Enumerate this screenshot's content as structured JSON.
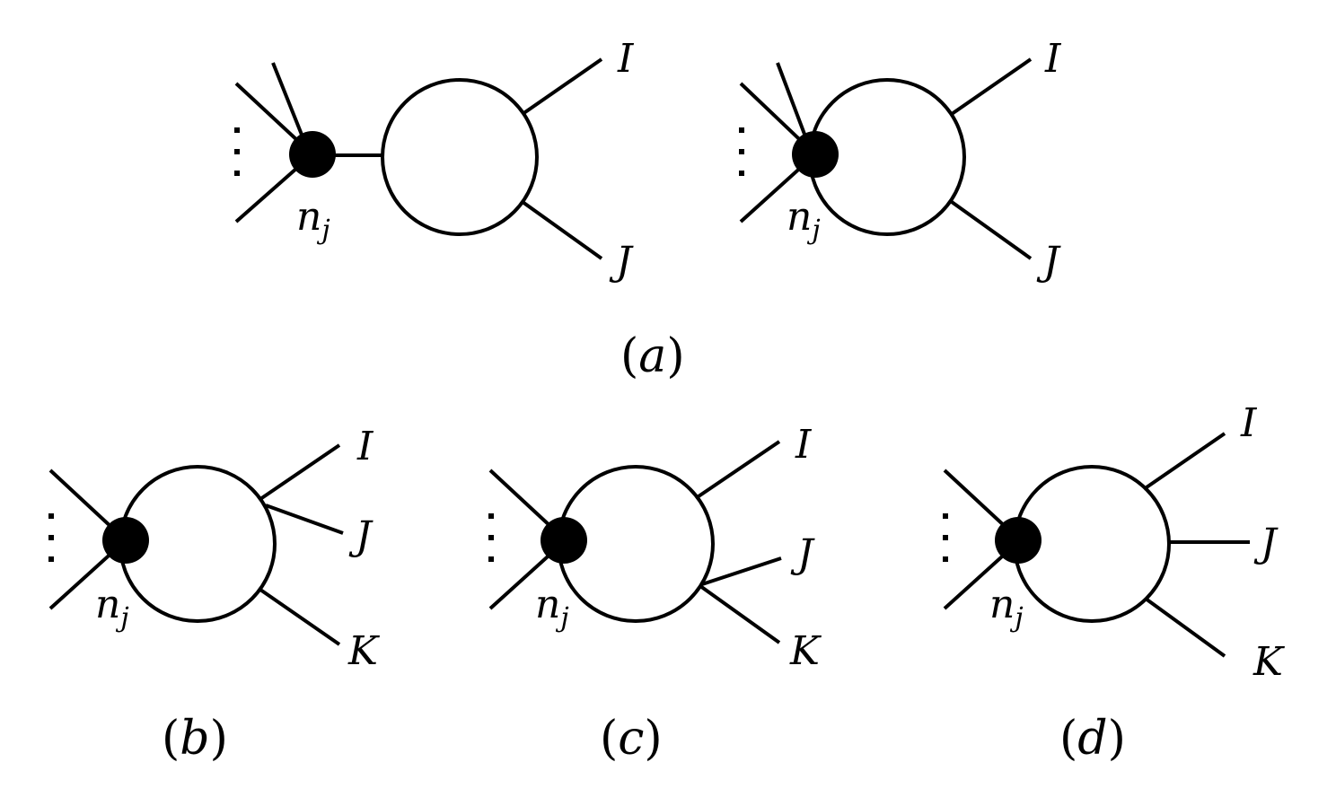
{
  "colors": {
    "line": "#000000",
    "vertex": "#000000",
    "background": "#ffffff"
  },
  "vertex_label": {
    "base": "n",
    "subscript": "j"
  },
  "diagrams": {
    "a": {
      "caption": {
        "open": "(",
        "letter": "a",
        "close": ")"
      },
      "left": {
        "legs": [
          "I",
          "J"
        ]
      },
      "right": {
        "legs": [
          "I",
          "J"
        ]
      }
    },
    "b": {
      "caption": {
        "open": "(",
        "letter": "b",
        "close": ")"
      },
      "legs": [
        "I",
        "J",
        "K"
      ]
    },
    "c": {
      "caption": {
        "open": "(",
        "letter": "c",
        "close": ")"
      },
      "legs": [
        "I",
        "J",
        "K"
      ]
    },
    "d": {
      "caption": {
        "open": "(",
        "letter": "d",
        "close": ")"
      },
      "legs": [
        "I",
        "J",
        "K"
      ]
    }
  }
}
